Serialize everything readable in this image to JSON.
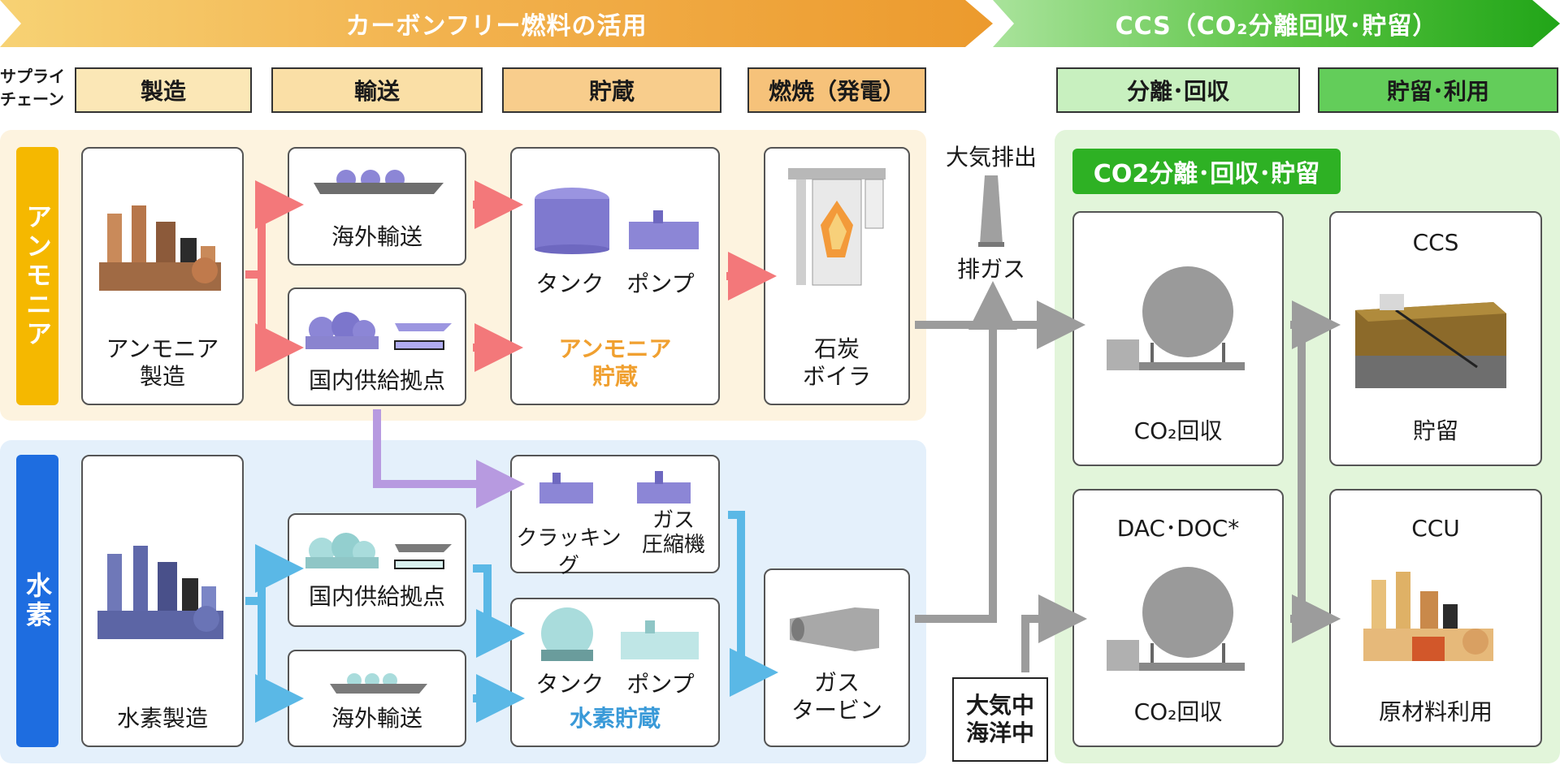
{
  "banners": {
    "left": "カーボンフリー燃料の活用",
    "right": "CCS（CO₂分離回収･貯留）"
  },
  "supply_chain_label": [
    "サプライ",
    "チェーン"
  ],
  "stages": {
    "production": "製造",
    "transport": "輸送",
    "storage": "貯蔵",
    "combustion": "燃焼（発電）",
    "separation": "分離･回収",
    "storage_use": "貯留･利用"
  },
  "sections": {
    "ammonia": "アンモニア",
    "hydrogen": "水素",
    "ccs_title": "CO2分離･回収･貯留"
  },
  "ammonia": {
    "production": [
      "アンモニア",
      "製造"
    ],
    "overseas": "海外輸送",
    "domestic": "国内供給拠点",
    "tank_pump": "タンク　ポンプ",
    "storage": [
      "アンモニア",
      "貯蔵"
    ],
    "boiler": [
      "石炭",
      "ボイラ"
    ]
  },
  "hydrogen": {
    "production": "水素製造",
    "domestic": "国内供給拠点",
    "overseas": "海外輸送",
    "cracking": "クラッキング",
    "compressor": [
      "ガス",
      "圧縮機"
    ],
    "tank_pump": "タンク　ポンプ",
    "storage": "水素貯蔵",
    "turbine": [
      "ガス",
      "タービン"
    ]
  },
  "emission": {
    "atmosphere": "大気排出",
    "exhaust": "排ガス",
    "source": [
      "大気中",
      "海洋中"
    ]
  },
  "ccs": {
    "capture1": "CO₂回収",
    "dac_doc": "DAC･DOC*",
    "capture2": "CO₂回収",
    "ccs": "CCS",
    "ccs_sub": "貯留",
    "ccu": "CCU",
    "ccu_sub": "原材料利用"
  },
  "colors": {
    "ammonia_accent": "#f5b800",
    "hydrogen_accent": "#1e6de0",
    "ammonia_arrow": "#f3787a",
    "hydrogen_arrow": "#5ab8e6",
    "cracking_arrow": "#b79ae0",
    "gray_arrow": "#9c9c9c",
    "ammonia_storage_text": "#f0a030",
    "hydrogen_storage_text": "#3a9ad8"
  }
}
